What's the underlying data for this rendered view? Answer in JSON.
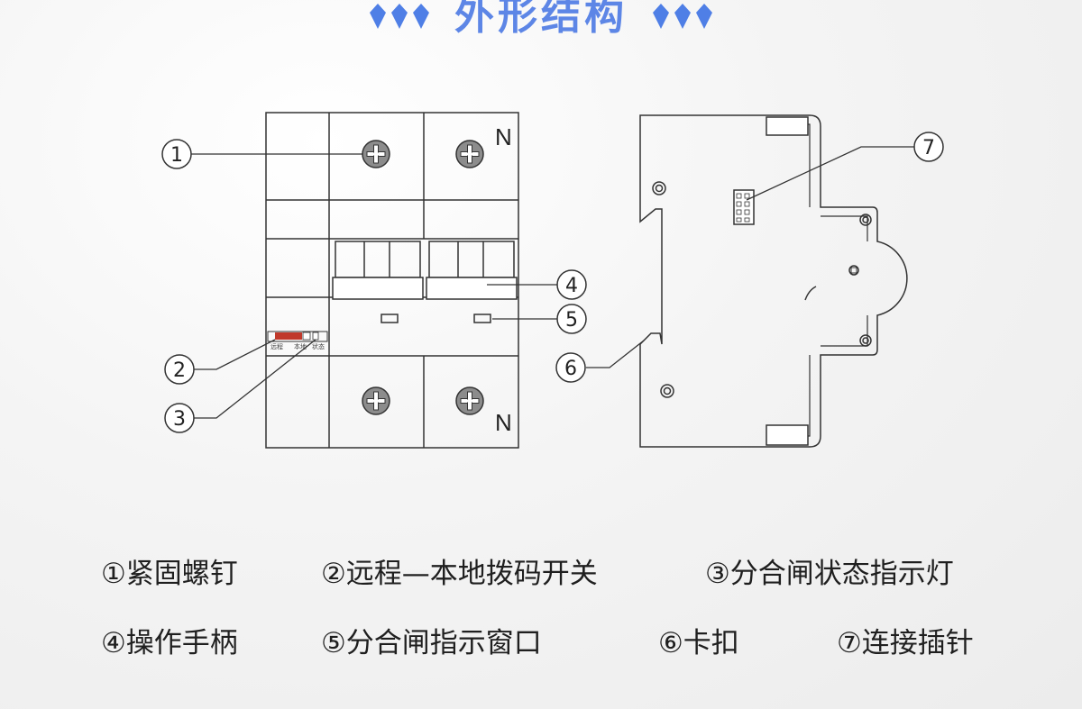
{
  "header": {
    "title": "外形结构",
    "accent_color": "#5d86e6"
  },
  "diagram": {
    "front_view": {
      "neutral_top": "N",
      "neutral_bottom": "N",
      "switch_label_left": "远程",
      "switch_label_mid": "本地",
      "switch_label_right": "状态"
    },
    "callouts": [
      "1",
      "2",
      "3",
      "4",
      "5",
      "6",
      "7"
    ]
  },
  "legend": {
    "row1": [
      "①紧固螺钉",
      "②远程—本地拨码开关",
      "③分合闸状态指示灯"
    ],
    "row2": [
      "④操作手柄",
      "⑤分合闸指示窗口",
      "⑥卡扣",
      "⑦连接插针"
    ]
  },
  "colors": {
    "line": "#333333",
    "screw_fill": "#8c8c8c",
    "switch_red": "#c0392b"
  }
}
